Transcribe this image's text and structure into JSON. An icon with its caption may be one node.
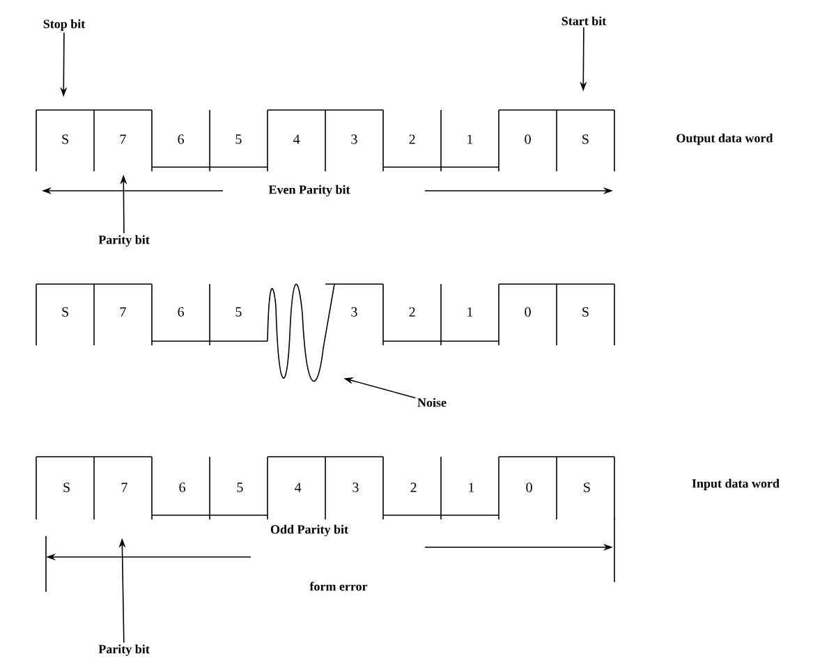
{
  "diagram": {
    "nodes": [
      {
        "text": [
          "Stop bit"
        ]
      },
      {
        "text": [
          "Start bit"
        ]
      },
      {
        "text": [
          "S",
          "7",
          "6",
          "5",
          "4",
          "3",
          "2",
          "1",
          "0",
          "S"
        ]
      },
      {
        "text": [
          "Parity bit"
        ]
      },
      {
        "text": [
          "S",
          "7",
          "6",
          "5",
          "3",
          "2",
          "1",
          "0",
          "S"
        ]
      },
      {
        "text": [
          "Noise"
        ]
      },
      {
        "text": [
          "S",
          "7",
          "6",
          "5",
          "4",
          "3",
          "2",
          "1",
          "0",
          "S"
        ]
      },
      {
        "text": [
          "Parity bit"
        ]
      }
    ],
    "edges": [
      {
        "from": 0,
        "to": 2,
        "arrow": "to"
      },
      {
        "from": 1,
        "to": 2,
        "arrow": "to"
      },
      {
        "from": 3,
        "to": 2,
        "arrow": "to"
      },
      {
        "from": 5,
        "to": 4,
        "arrow": "to"
      },
      {
        "from": 7,
        "to": 6,
        "arrow": "to"
      }
    ],
    "labels": [
      "Output data word",
      "Even Parity bit",
      "Input data word",
      "Odd Parity bit",
      "form error"
    ]
  }
}
